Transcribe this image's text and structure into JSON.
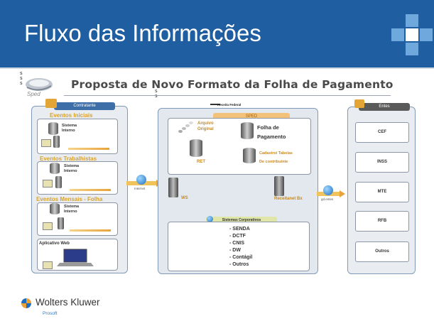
{
  "slide": {
    "title": "Fluxo das Informações",
    "subtitle": "Proposta de Novo Formato da Folha de Pagamento",
    "sped_label": "Sped",
    "side_letters_left": "s\ns\ns",
    "side_letters_mid": "s\ns"
  },
  "left_panel": {
    "header": "Contratante",
    "sections": [
      {
        "title": "Eventos Iniciais",
        "system": "Sistema\nInterno"
      },
      {
        "title": "Eventos Trabalhistas",
        "system": "Sistema\nInterno"
      },
      {
        "title": "Eventos Mensais - Folha",
        "system": "Sistema\nInterno"
      }
    ],
    "web_app": "Aplicativo Web"
  },
  "center_panel": {
    "header": "Receita Federal",
    "sped_tab": "SPED",
    "arquivo": "Arquivo\nOriginal",
    "folha": "Folha de\nPagamento",
    "ret": "RET",
    "cadastro": "Cadastro/ Tabelas\nDe contribuinte",
    "ws": "WS",
    "receitanet": "Receitanet Bx",
    "sistemas_title": "Sistemas Corporativos",
    "sistemas": [
      "- SENDA",
      "- DCTF",
      "- CNIS",
      "- DW",
      "- Contágil",
      "- Outros"
    ]
  },
  "right_panel": {
    "header": "Entes",
    "items": [
      "CEF",
      "INSS",
      "MTE",
      "RFB",
      "Outros"
    ]
  },
  "connectors": {
    "left_globe": "Internet",
    "right_globe": "gd.entes"
  },
  "footer": {
    "brand": "Wolters Kluwer",
    "sub": "Prosoft"
  }
}
